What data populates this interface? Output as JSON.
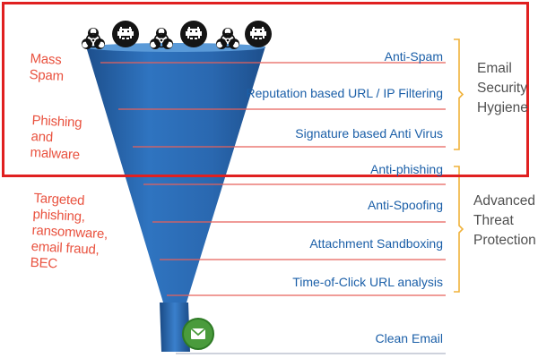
{
  "threat_groups": [
    {
      "id": "mass-spam",
      "lines": [
        "Mass",
        "Spam"
      ]
    },
    {
      "id": "phishing-malware",
      "lines": [
        "Phishing",
        "and",
        "malware"
      ]
    },
    {
      "id": "targeted",
      "lines": [
        "Targeted",
        "phishing,",
        "ransomware,",
        "email fraud,",
        "BEC"
      ]
    }
  ],
  "layers": [
    {
      "id": "anti-spam",
      "label": "Anti-Spam"
    },
    {
      "id": "reputation-filtering",
      "label": "Reputation based URL / IP Filtering"
    },
    {
      "id": "signature-av",
      "label": "Signature based Anti Virus"
    },
    {
      "id": "anti-phishing",
      "label": "Anti-phishing"
    },
    {
      "id": "anti-spoofing",
      "label": "Anti-Spoofing"
    },
    {
      "id": "attachment-sandboxing",
      "label": "Attachment Sandboxing"
    },
    {
      "id": "time-of-click",
      "label": "Time-of-Click URL analysis"
    },
    {
      "id": "clean-email",
      "label": "Clean Email"
    }
  ],
  "groups": [
    {
      "id": "email-security-hygiene",
      "lines": [
        "Email",
        "Security",
        "Hygiene"
      ]
    },
    {
      "id": "advanced-threat-protection",
      "lines": [
        "Advanced",
        "Threat",
        "Protection"
      ]
    }
  ],
  "icons": [
    "biohazard-icon",
    "space-invader-icon",
    "biohazard-icon",
    "space-invader-icon",
    "biohazard-icon",
    "space-invader-icon"
  ],
  "colors": {
    "funnel": "#2d6fb8",
    "funnel_dark": "#1d4f8c",
    "threat_text": "#e9523f",
    "layer_text": "#1b5fa8",
    "separator": "#e8605a",
    "bracket": "#f0b23a",
    "highlight_box": "#e02020",
    "email_badge": "#4a9b3c"
  }
}
